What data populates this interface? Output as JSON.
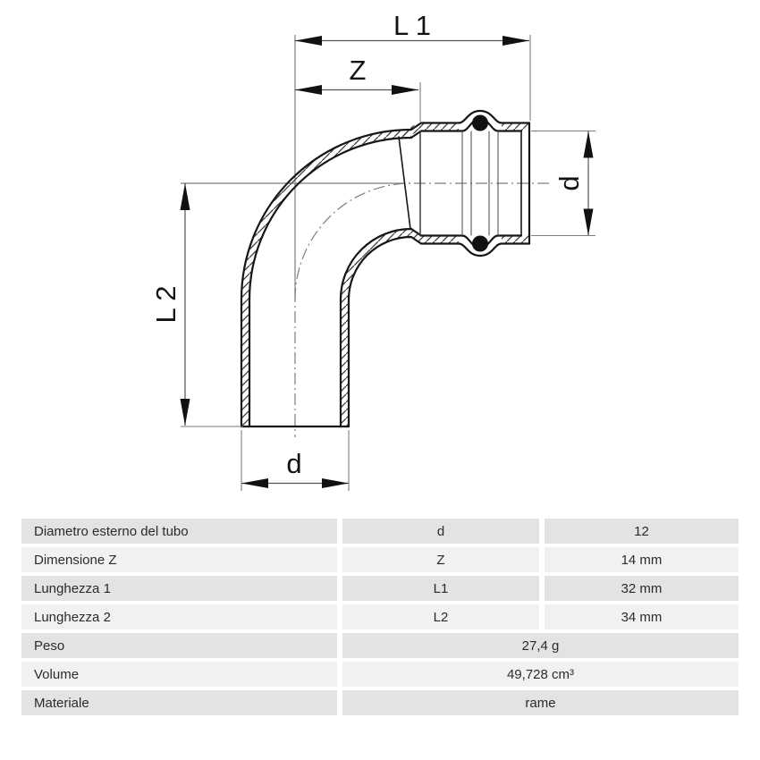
{
  "drawing": {
    "dim_l1": "L 1",
    "dim_z": "Z",
    "dim_l2": "L 2",
    "dim_d_right": "d",
    "dim_d_bottom": "d"
  },
  "table": {
    "rows": [
      {
        "label": "Diametro esterno del tubo",
        "symbol": "d",
        "value": "12"
      },
      {
        "label": "Dimensione Z",
        "symbol": "Z",
        "value": "14 mm"
      },
      {
        "label": "Lunghezza 1",
        "symbol": "L1",
        "value": "32 mm"
      },
      {
        "label": "Lunghezza 2",
        "symbol": "L2",
        "value": "34 mm"
      },
      {
        "label": "Peso",
        "value": "27,4 g"
      },
      {
        "label": "Volume",
        "value": "49,728 cm³"
      },
      {
        "label": "Materiale",
        "value": "rame"
      }
    ]
  },
  "colors": {
    "row_dark": "#e3e3e3",
    "row_light": "#f1f1f1",
    "outline": "#161616",
    "thin_line": "#777777",
    "text": "#2b2b2b"
  }
}
